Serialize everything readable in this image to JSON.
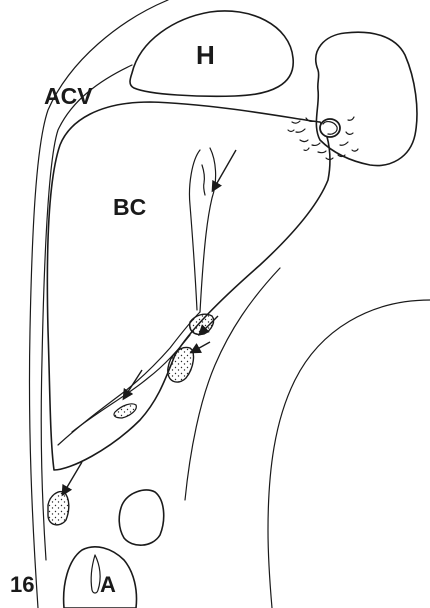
{
  "figure": {
    "number": "16",
    "labels": {
      "h": "H",
      "acv": "ACV",
      "bc": "BC",
      "a": "A"
    }
  },
  "colors": {
    "ink": "#1a1a1a",
    "background": "#ffffff"
  }
}
